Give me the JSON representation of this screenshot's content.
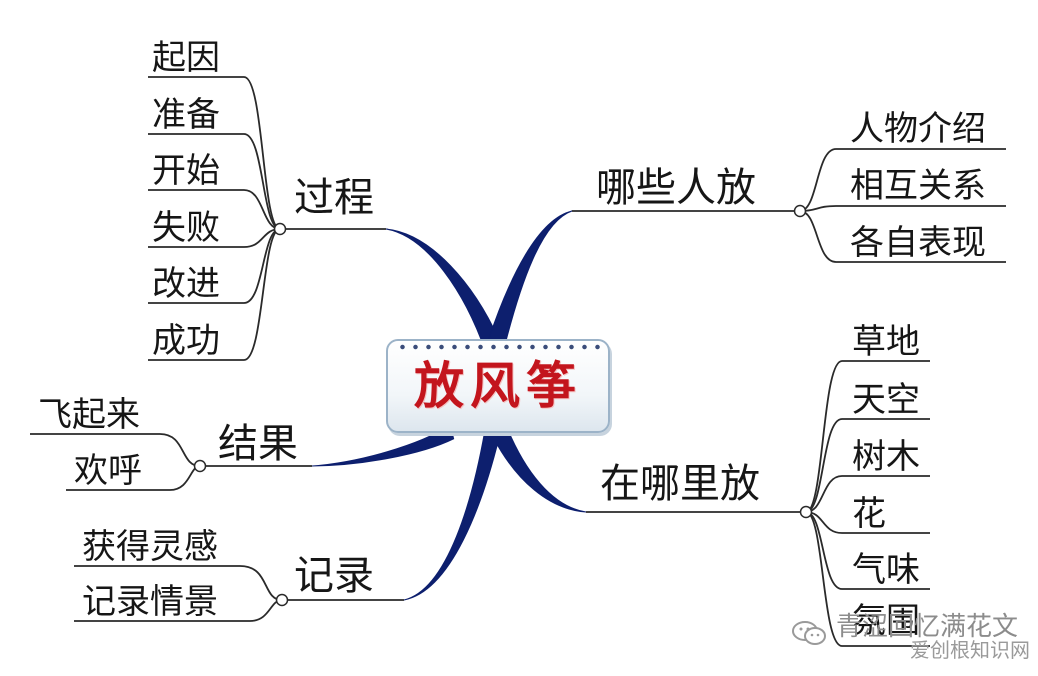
{
  "center": {
    "title": "放风筝"
  },
  "branches": {
    "process": {
      "label": "过程",
      "leaves": [
        "起因",
        "准备",
        "开始",
        "失败",
        "改进",
        "成功"
      ]
    },
    "who": {
      "label": "哪些人放",
      "leaves": [
        "人物介绍",
        "相互关系",
        "各自表现"
      ]
    },
    "result": {
      "label": "结果",
      "leaves": [
        "飞起来",
        "欢呼"
      ]
    },
    "where": {
      "label": "在哪里放",
      "leaves": [
        "草地",
        "天空",
        "树木",
        "花",
        "气味",
        "氛围"
      ]
    },
    "record": {
      "label": "记录",
      "leaves": [
        "获得灵感",
        "记录情景"
      ]
    }
  },
  "watermark": {
    "top": "青涩回忆满花文",
    "bottom": "爱创根知识网"
  },
  "colors": {
    "trunk": "#0d1f6e",
    "line": "#2a2a2a",
    "title": "#c3151d",
    "node": "#ffffff"
  }
}
